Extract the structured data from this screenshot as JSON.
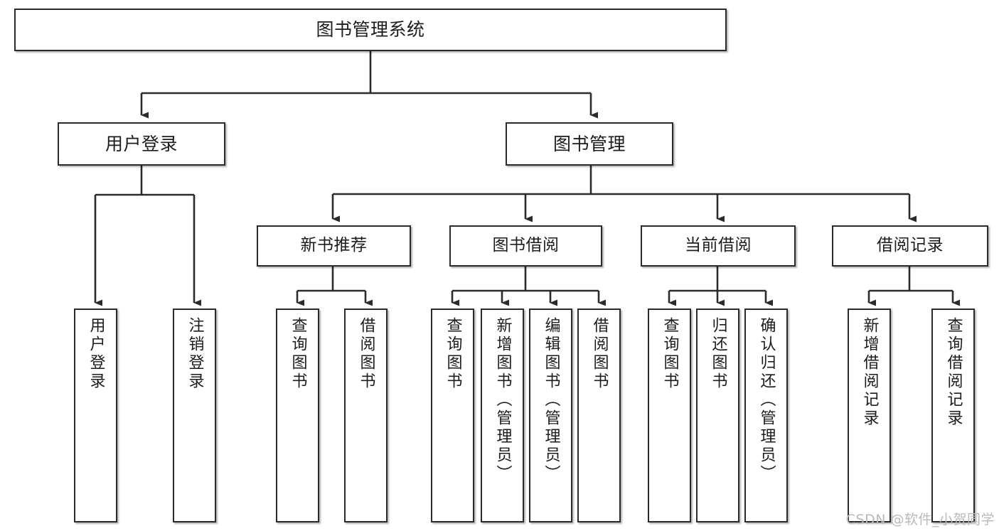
{
  "diagram": {
    "type": "tree",
    "title": "图书管理系统",
    "watermark": "CSDN @软件_小贺同学",
    "colors": {
      "node_border": "#2b2b2b",
      "node_fill": "#ffffff",
      "edge": "#2b2b2b",
      "text": "#1c1c1c",
      "watermark": "#b9b9b9",
      "background": "#ffffff"
    },
    "root": {
      "label": "图书管理系统"
    },
    "level2": [
      {
        "label": "用户登录"
      },
      {
        "label": "图书管理"
      }
    ],
    "level3": [
      {
        "label": "新书推荐"
      },
      {
        "label": "图书借阅"
      },
      {
        "label": "当前借阅"
      },
      {
        "label": "借阅记录"
      }
    ],
    "leaves": {
      "user_login": [
        {
          "label": "用户登录"
        },
        {
          "label": "注销登录"
        }
      ],
      "new_book_recommend": [
        {
          "label": "查询图书"
        },
        {
          "label": "借阅图书"
        }
      ],
      "book_borrow": [
        {
          "label": "查询图书"
        },
        {
          "label": "新增图书（管理员）"
        },
        {
          "label": "编辑图书（管理员）"
        },
        {
          "label": "借阅图书"
        }
      ],
      "current_borrow": [
        {
          "label": "查询图书"
        },
        {
          "label": "归还图书"
        },
        {
          "label": "确认归还（管理员）"
        }
      ],
      "borrow_record": [
        {
          "label": "新增借阅记录"
        },
        {
          "label": "查询借阅记录"
        }
      ]
    }
  }
}
